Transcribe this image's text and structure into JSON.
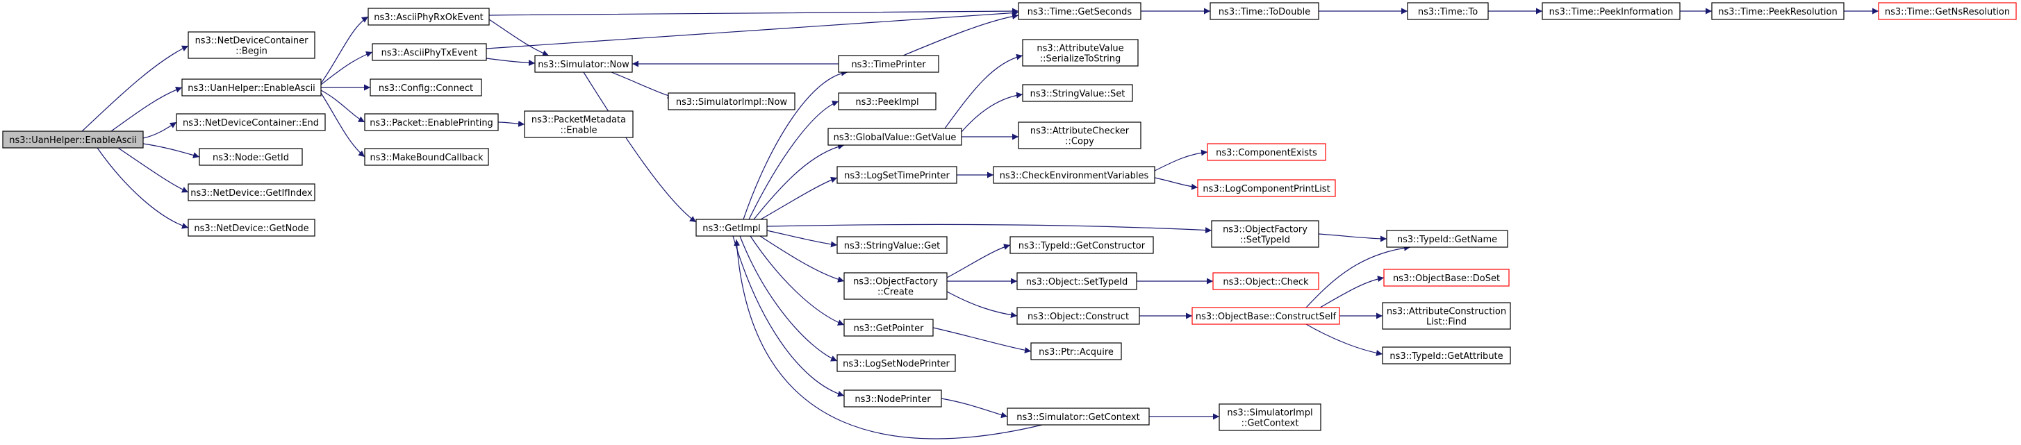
{
  "colors": {
    "edge": "#191970",
    "root_fill": "#bfbfbf",
    "box_border": "#000000",
    "incomplete_border": "#ff0000"
  },
  "nodes": [
    {
      "id": "root",
      "lines": [
        "ns3::UanHelper::EnableAscii"
      ],
      "style": "root"
    },
    {
      "id": "ndc_begin",
      "lines": [
        "ns3::NetDeviceContainer",
        "::Begin"
      ]
    },
    {
      "id": "uan_enable",
      "lines": [
        "ns3::UanHelper::EnableAscii"
      ]
    },
    {
      "id": "ndc_end",
      "lines": [
        "ns3::NetDeviceContainer::End"
      ]
    },
    {
      "id": "node_getid",
      "lines": [
        "ns3::Node::GetId"
      ]
    },
    {
      "id": "nd_getifindex",
      "lines": [
        "ns3::NetDevice::GetIfIndex"
      ]
    },
    {
      "id": "nd_getnode",
      "lines": [
        "ns3::NetDevice::GetNode"
      ]
    },
    {
      "id": "rxok",
      "lines": [
        "ns3::AsciiPhyRxOkEvent"
      ]
    },
    {
      "id": "txev",
      "lines": [
        "ns3::AsciiPhyTxEvent"
      ]
    },
    {
      "id": "config",
      "lines": [
        "ns3::Config::Connect"
      ]
    },
    {
      "id": "pkt_enable",
      "lines": [
        "ns3::Packet::EnablePrinting"
      ]
    },
    {
      "id": "makebound",
      "lines": [
        "ns3::MakeBoundCallback"
      ]
    },
    {
      "id": "pm_enable",
      "lines": [
        "ns3::PacketMetadata",
        "::Enable"
      ]
    },
    {
      "id": "sim_now",
      "lines": [
        "ns3::Simulator::Now"
      ]
    },
    {
      "id": "simimpl_now",
      "lines": [
        "ns3::SimulatorImpl::Now"
      ]
    },
    {
      "id": "getimpl",
      "lines": [
        "ns3::GetImpl"
      ]
    },
    {
      "id": "timeprinter",
      "lines": [
        "ns3::TimePrinter"
      ]
    },
    {
      "id": "peekimpl",
      "lines": [
        "ns3::PeekImpl"
      ]
    },
    {
      "id": "gv_getvalue",
      "lines": [
        "ns3::GlobalValue::GetValue"
      ]
    },
    {
      "id": "logsettime",
      "lines": [
        "ns3::LogSetTimePrinter"
      ]
    },
    {
      "id": "sv_get",
      "lines": [
        "ns3::StringValue::Get"
      ]
    },
    {
      "id": "of_create",
      "lines": [
        "ns3::ObjectFactory",
        "::Create"
      ]
    },
    {
      "id": "getpointer",
      "lines": [
        "ns3::GetPointer"
      ]
    },
    {
      "id": "logsetnode",
      "lines": [
        "ns3::LogSetNodePrinter"
      ]
    },
    {
      "id": "nodeprinter",
      "lines": [
        "ns3::NodePrinter"
      ]
    },
    {
      "id": "time_getseconds",
      "lines": [
        "ns3::Time::GetSeconds"
      ]
    },
    {
      "id": "av_serialize",
      "lines": [
        "ns3::AttributeValue",
        "::SerializeToString"
      ]
    },
    {
      "id": "sv_set",
      "lines": [
        "ns3::StringValue::Set"
      ]
    },
    {
      "id": "ac_copy",
      "lines": [
        "ns3::AttributeChecker",
        "::Copy"
      ]
    },
    {
      "id": "checkenv",
      "lines": [
        "ns3::CheckEnvironmentVariables"
      ]
    },
    {
      "id": "tid_getctor",
      "lines": [
        "ns3::TypeId::GetConstructor"
      ]
    },
    {
      "id": "obj_settypeid",
      "lines": [
        "ns3::Object::SetTypeId"
      ]
    },
    {
      "id": "obj_construct",
      "lines": [
        "ns3::Object::Construct"
      ]
    },
    {
      "id": "ptr_acquire",
      "lines": [
        "ns3::Ptr::Acquire"
      ]
    },
    {
      "id": "sim_getctx",
      "lines": [
        "ns3::Simulator::GetContext"
      ]
    },
    {
      "id": "time_todouble",
      "lines": [
        "ns3::Time::ToDouble"
      ]
    },
    {
      "id": "comp_exists",
      "lines": [
        "ns3::ComponentExists"
      ],
      "style": "red"
    },
    {
      "id": "logcomp_print",
      "lines": [
        "ns3::LogComponentPrintList"
      ],
      "style": "red"
    },
    {
      "id": "of_settypeid",
      "lines": [
        "ns3::ObjectFactory",
        "::SetTypeId"
      ]
    },
    {
      "id": "obj_check",
      "lines": [
        "ns3::Object::Check"
      ],
      "style": "red"
    },
    {
      "id": "ob_constructself",
      "lines": [
        "ns3::ObjectBase::ConstructSelf"
      ],
      "style": "red"
    },
    {
      "id": "simimpl_getctx",
      "lines": [
        "ns3::SimulatorImpl",
        "::GetContext"
      ]
    },
    {
      "id": "time_to",
      "lines": [
        "ns3::Time::To"
      ]
    },
    {
      "id": "tid_getname",
      "lines": [
        "ns3::TypeId::GetName"
      ]
    },
    {
      "id": "ob_doset",
      "lines": [
        "ns3::ObjectBase::DoSet"
      ],
      "style": "red"
    },
    {
      "id": "acl_find",
      "lines": [
        "ns3::AttributeConstruction",
        "List::Find"
      ]
    },
    {
      "id": "tid_getattr",
      "lines": [
        "ns3::TypeId::GetAttribute"
      ]
    },
    {
      "id": "time_peekinfo",
      "lines": [
        "ns3::Time::PeekInformation"
      ]
    },
    {
      "id": "time_peekres",
      "lines": [
        "ns3::Time::PeekResolution"
      ]
    },
    {
      "id": "time_getnsres",
      "lines": [
        "ns3::Time::GetNsResolution"
      ],
      "style": "red"
    }
  ]
}
